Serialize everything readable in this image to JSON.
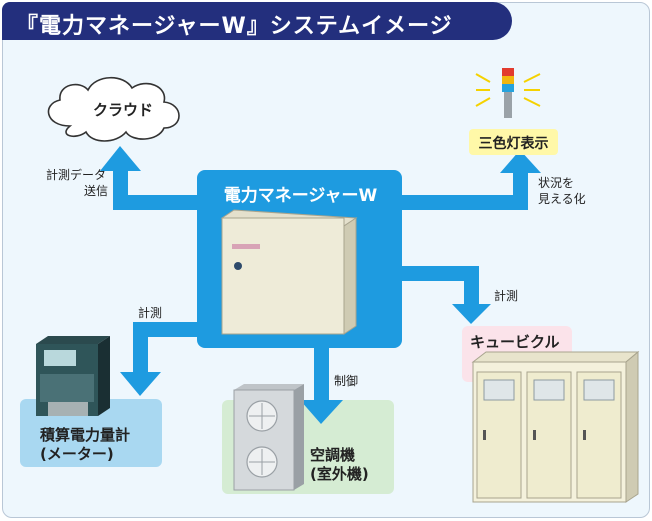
{
  "title": "『電力マネージャーW』システムイメージ",
  "hub": {
    "label": "電力マネージャーW"
  },
  "cloud": {
    "label": "クラウド"
  },
  "signal_lamp": {
    "label": "三色灯表示"
  },
  "meter": {
    "label_line1": "積算電力量計",
    "label_line2": "(メーター)"
  },
  "aircon": {
    "label_line1": "空調機",
    "label_line2": "(室外機)"
  },
  "cubicle": {
    "label": "キュービクル"
  },
  "arrows": {
    "to_cloud_line1": "計測データ",
    "to_cloud_line2": "送信",
    "to_lamp_line1": "状況を",
    "to_lamp_line2": "見える化",
    "to_meter": "計測",
    "to_aircon": "制御",
    "to_cubicle": "計測"
  },
  "colors": {
    "title_bg": "#232f7d",
    "hub_blue": "#1e9be0",
    "panel_bg": "#eef7fd",
    "meter_box": "#a9d8f1",
    "aircon_box": "#d5ecd3",
    "cubicle_box": "#fbe3ea",
    "lamp_box": "#fff8a8"
  }
}
